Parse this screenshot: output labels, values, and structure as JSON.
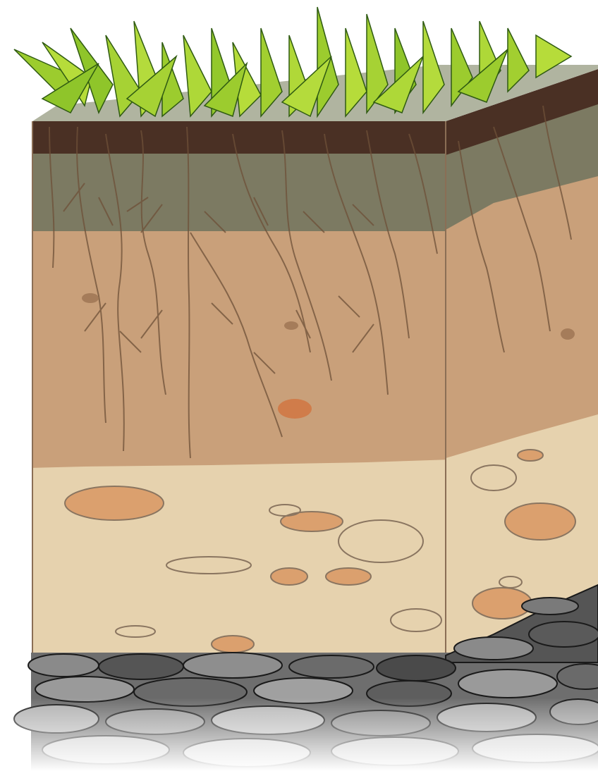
{
  "scene": {
    "subject": "soil-profile-cross-section",
    "layers": [
      {
        "id": "grass",
        "color": "#a6cf2a"
      },
      {
        "id": "topsoil-surface",
        "color": "#b0b4a0"
      },
      {
        "id": "humus",
        "color": "#4a3024"
      },
      {
        "id": "organic-layer",
        "color": "#7c7a62"
      },
      {
        "id": "subsoil",
        "color": "#c9a07a"
      },
      {
        "id": "parent-material",
        "color": "#e6d2ae"
      },
      {
        "id": "bedrock",
        "color": "#6e6e6e"
      }
    ],
    "colors": {
      "root": "#7a5a40",
      "pebble_fill": "#dba06e",
      "pebble_outline": "#8a7560",
      "rock_dark": "#3c3c3c",
      "rock_mid": "#7a7a7a",
      "rock_light": "#a8a8a8",
      "outline": "#6b5542"
    }
  }
}
